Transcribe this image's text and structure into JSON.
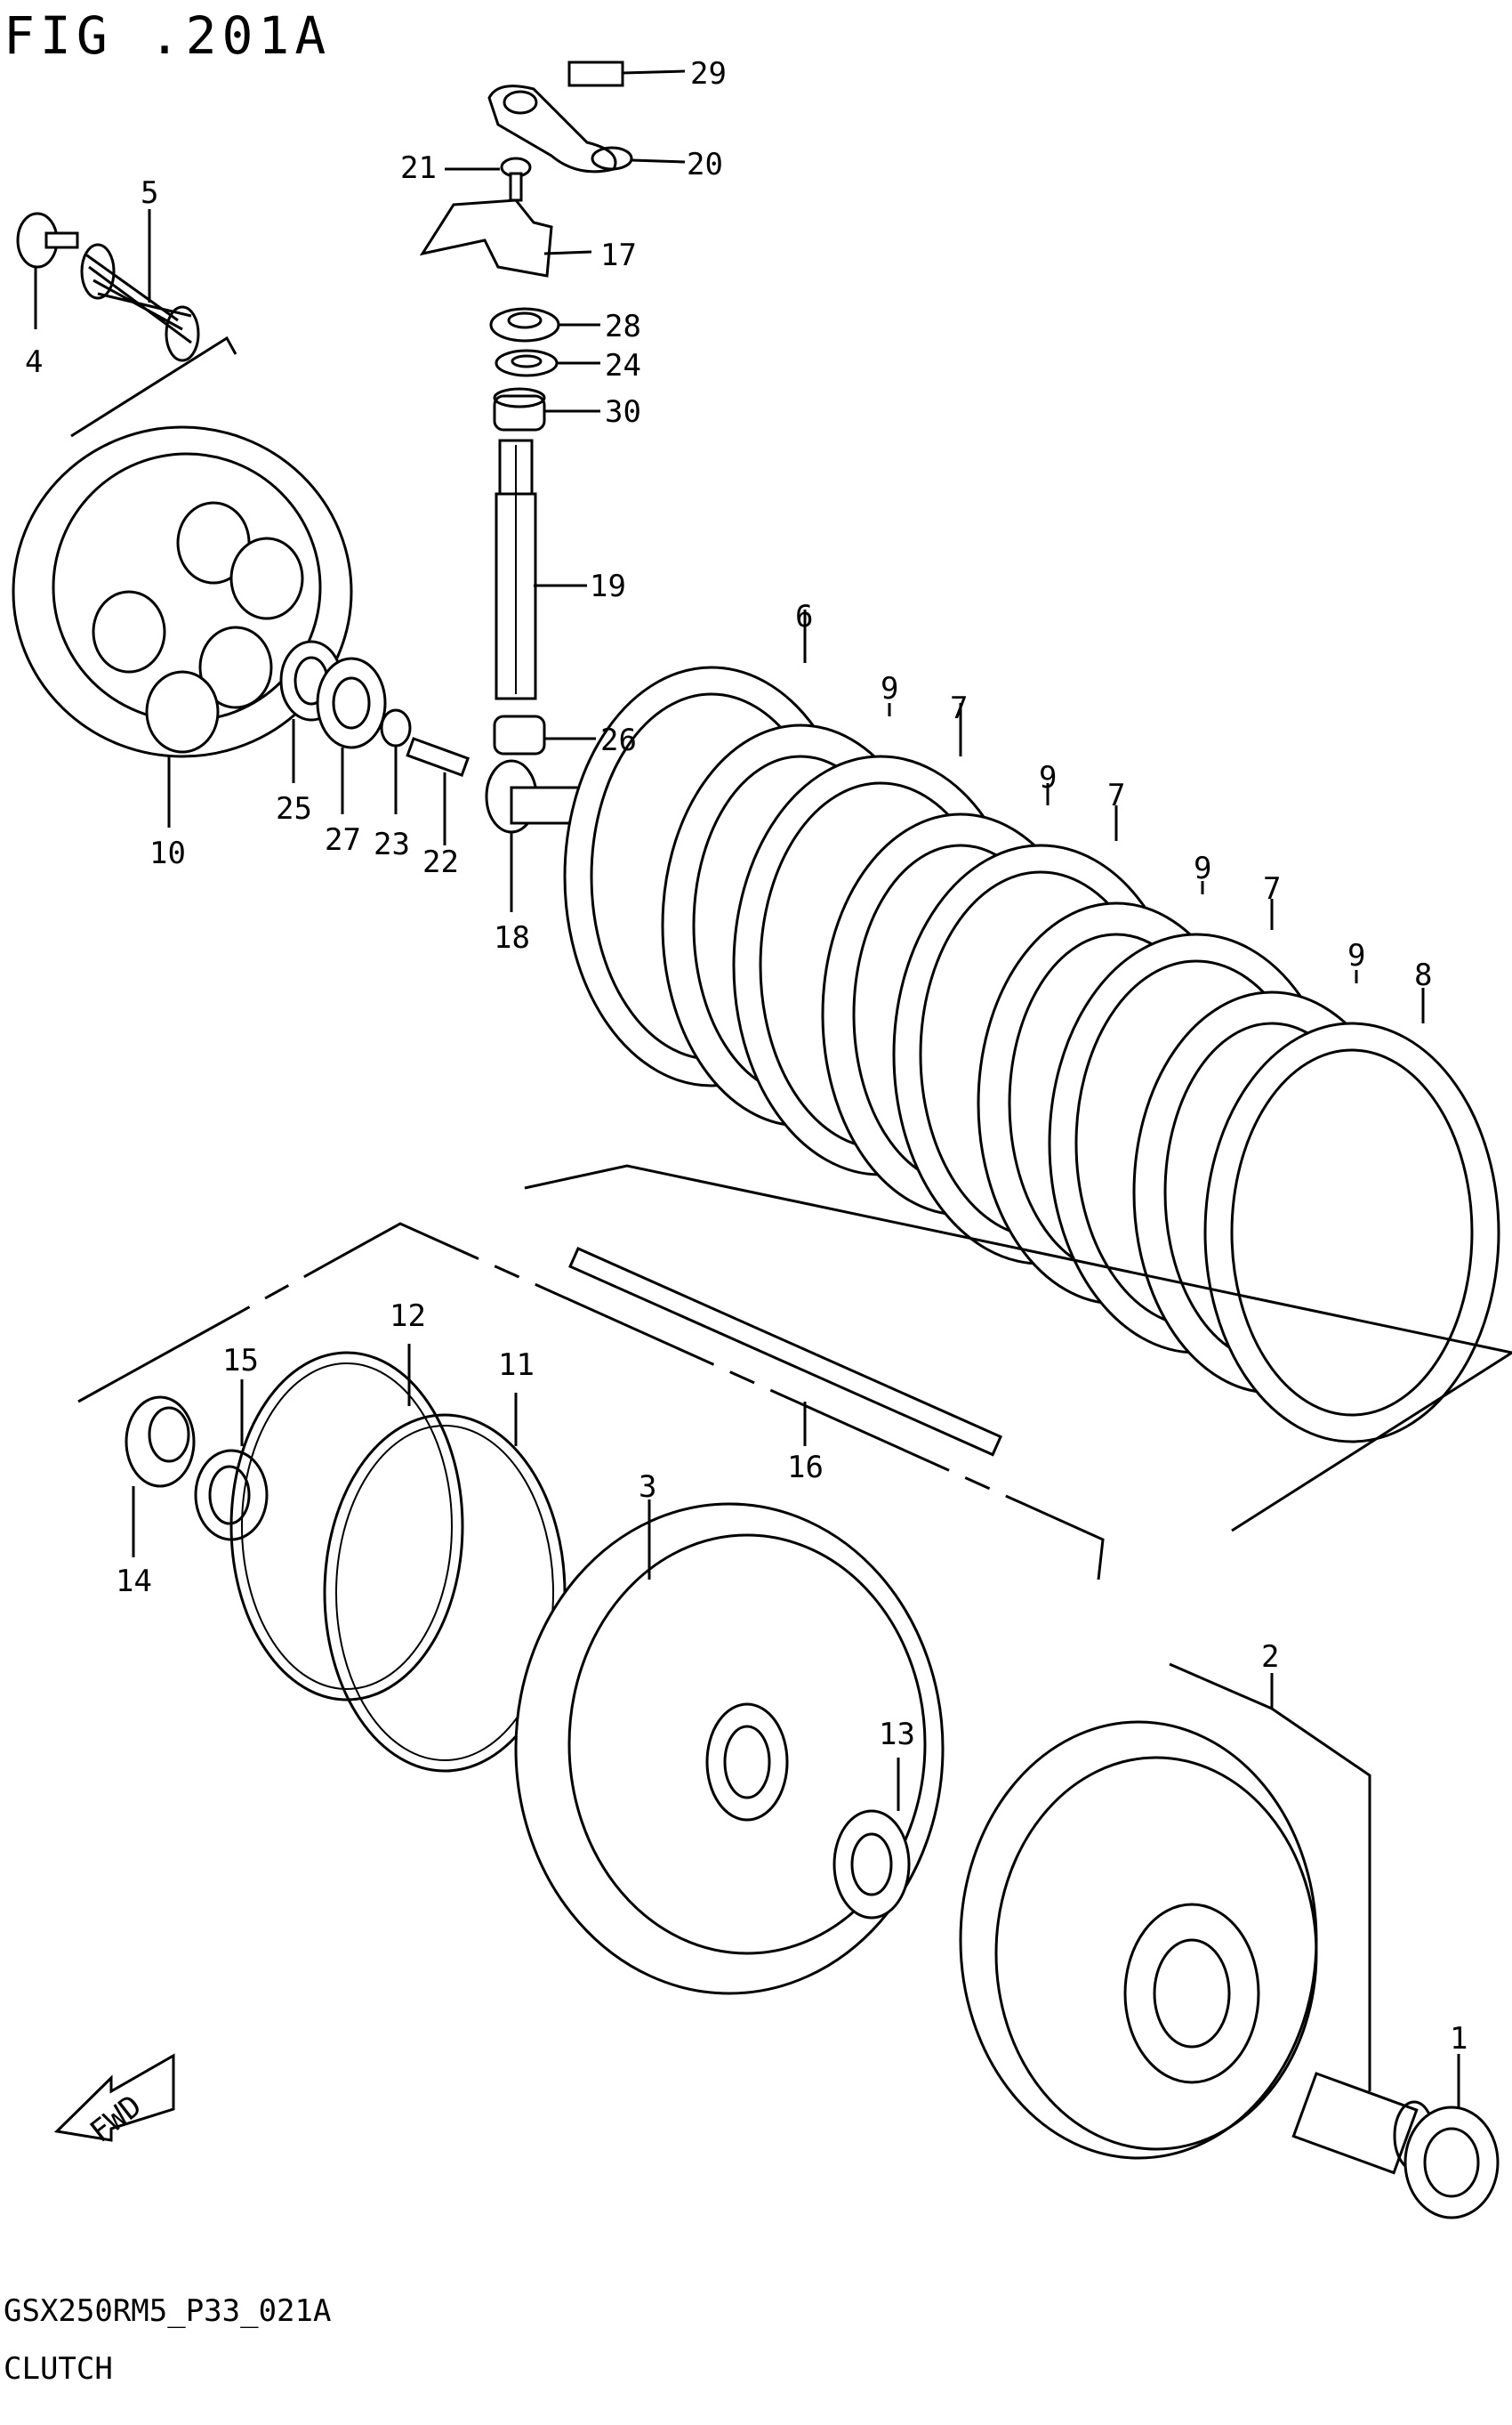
{
  "header": {
    "figure_title": "FIG .201A"
  },
  "footer": {
    "code": "GSX250RM5_P33_021A",
    "caption": "CLUTCH"
  },
  "direction_icon": {
    "label": "FWD"
  },
  "callouts": {
    "c1": "1",
    "c2": "2",
    "c3": "3",
    "c4": "4",
    "c5": "5",
    "c6": "6",
    "c7": "7",
    "c8": "8",
    "c9": "9",
    "c10": "10",
    "c11": "11",
    "c12": "12",
    "c13": "13",
    "c14": "14",
    "c15": "15",
    "c16": "16",
    "c17": "17",
    "c18": "18",
    "c19": "19",
    "c20": "20",
    "c21": "21",
    "c22": "22",
    "c23": "23",
    "c24": "24",
    "c25": "25",
    "c26": "26",
    "c27": "27",
    "c28": "28",
    "c29": "29",
    "c30": "30"
  }
}
